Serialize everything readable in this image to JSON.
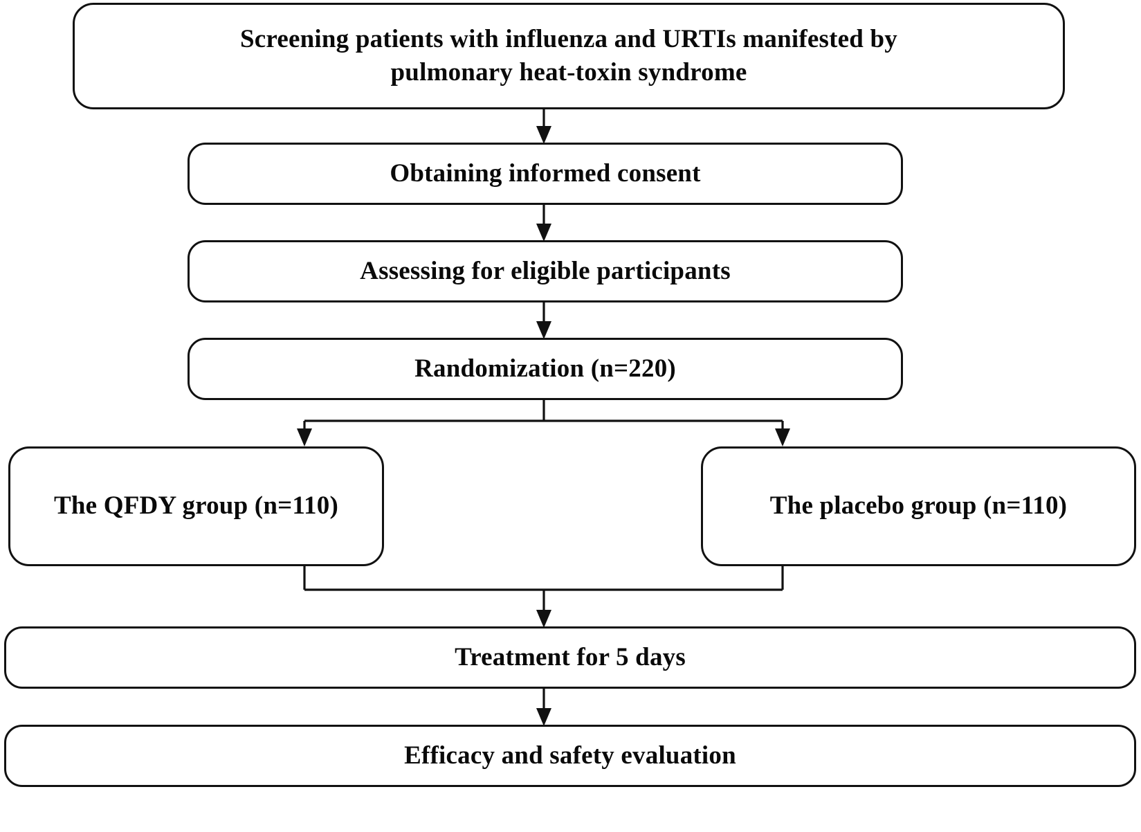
{
  "diagram": {
    "title": "CONSORT-style study flow diagram",
    "line_color": "#111111",
    "box_fill": "#ffffff",
    "text_color": "#0a0a0a"
  },
  "nodes": {
    "screening": {
      "label": "Screening patients with influenza and URTIs manifested by\npulmonary heat-toxin syndrome"
    },
    "consent": {
      "label": "Obtaining informed consent"
    },
    "assessing": {
      "label": "Assessing for eligible participants"
    },
    "randomization": {
      "label": "Randomization (n=220)"
    },
    "qfdy_group": {
      "label": "The QFDY group (n=110)"
    },
    "placebo_group": {
      "label": "The placebo group (n=110)"
    },
    "treatment": {
      "label": "Treatment for 5 days"
    },
    "efficacy": {
      "label": "Efficacy and safety evaluation"
    }
  },
  "connectors": [
    {
      "name": "screening-to-consent",
      "from": "screening",
      "to": "consent",
      "style": "arrow-down"
    },
    {
      "name": "consent-to-assessing",
      "from": "consent",
      "to": "assessing",
      "style": "arrow-down"
    },
    {
      "name": "assessing-to-randomization",
      "from": "assessing",
      "to": "randomization",
      "style": "arrow-down"
    },
    {
      "name": "randomization-split-left",
      "from": "randomization",
      "to": "qfdy_group",
      "style": "elbow-arrow-down"
    },
    {
      "name": "randomization-split-right",
      "from": "randomization",
      "to": "placebo_group",
      "style": "elbow-arrow-down"
    },
    {
      "name": "groups-merge-to-treatment",
      "from": "qfdy_group,placebo_group",
      "to": "treatment",
      "style": "merge-arrow-down"
    },
    {
      "name": "treatment-to-efficacy",
      "from": "treatment",
      "to": "efficacy",
      "style": "arrow-down"
    }
  ]
}
